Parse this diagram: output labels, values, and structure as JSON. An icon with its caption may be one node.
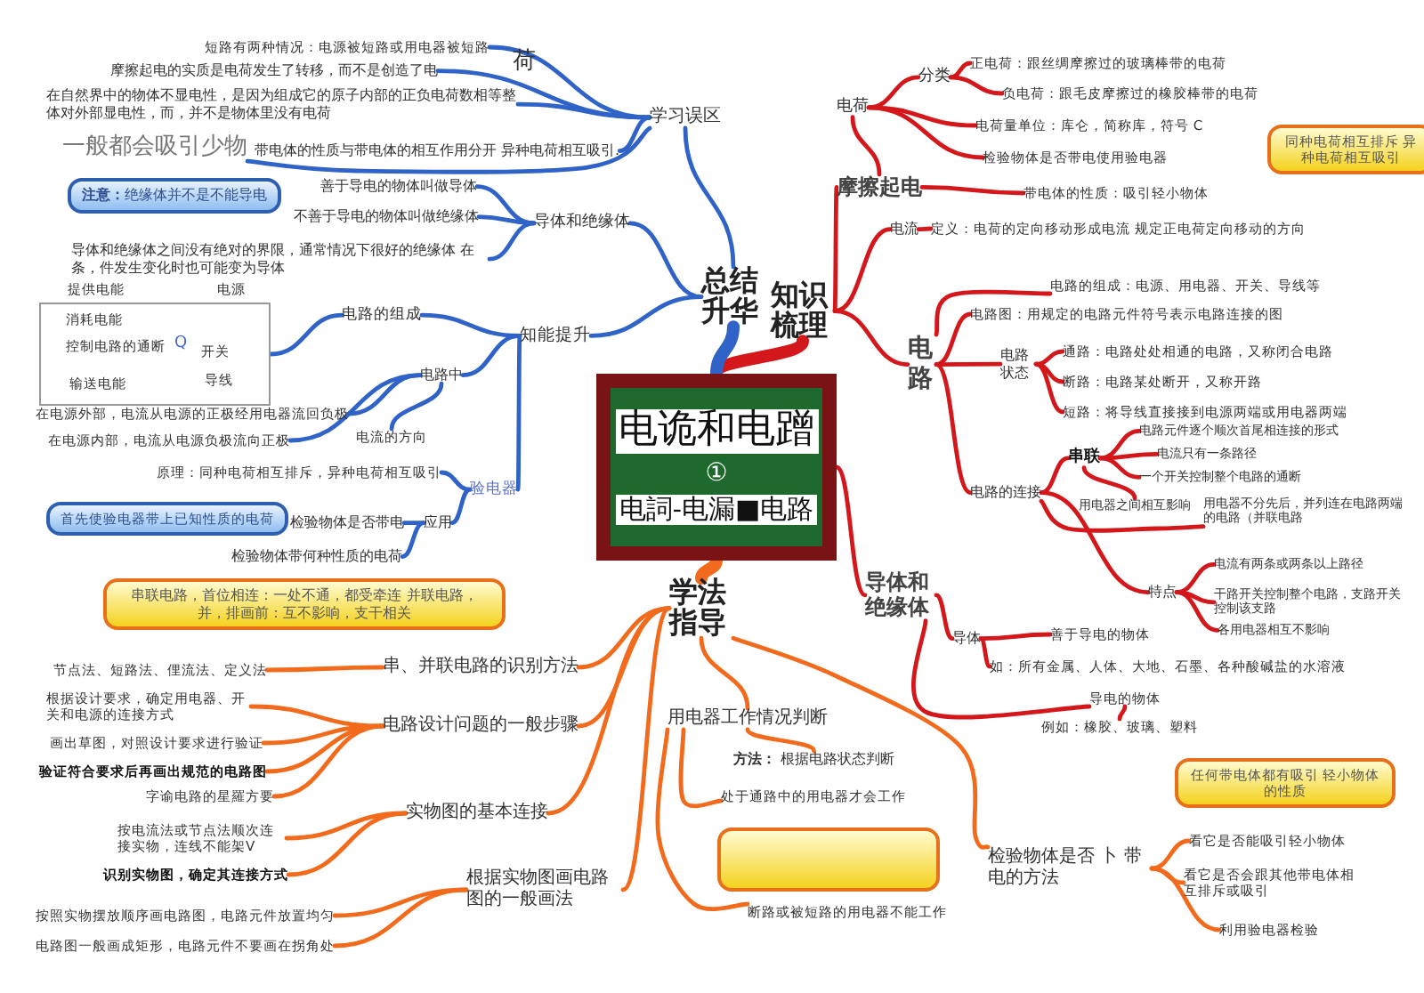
{
  "diagram": {
    "nodes": [
      {
        "text": [
          "电诡和电蹭",
          "①",
          "电詞-电漏■电路"
        ]
      },
      {
        "text": [
          "知识梳理"
        ]
      },
      {
        "text": [
          "总结升华"
        ]
      },
      {
        "text": [
          "学法指导"
        ]
      },
      {
        "text": [
          "学习误区"
        ]
      },
      {
        "text": [
          "短路有两种情况：电源被短路或用电器被短路"
        ]
      },
      {
        "text": [
          "摩擦起电的实质是电荷发生了转移，而不是创造了电"
        ]
      },
      {
        "text": [
          "在自然界中的物体不显电性，是因为组成它的原子内部的正负电荷数相等整体对外部显电性，而，并不是物体里没有电荷"
        ]
      },
      {
        "text": [
          "一般都会吸引少物"
        ]
      },
      {
        "text": [
          "带电体的性质与带电体的相互作用分开 异种电荷相互吸引."
        ]
      },
      {
        "text": [
          "导体和绝缘体"
        ]
      },
      {
        "text": [
          "善于导电的物体叫做导体"
        ]
      },
      {
        "text": [
          "不善于导电的物体叫做绝缘体"
        ]
      },
      {
        "text": [
          "导体和绝缘体之间没有绝对的界限，通常情况下很好的绝缘体 在条，件发生变化时也可能变为导体"
        ]
      },
      {
        "text": [
          "**注意：**绝缘体并不是不能导电"
        ]
      },
      {
        "text": [
          "知能提升"
        ]
      },
      {
        "text": [
          "电路的组成"
        ]
      },
      {
        "text": [
          "消耗电能",
          "控制电路的通断",
          "开关",
          "输送电能",
          "导线"
        ],
        "beside": [
          "提供电能",
          "电源"
        ]
      },
      {
        "text": [
          "电路中"
        ]
      },
      {
        "text": [
          "在电源外部，电流从电源的正极经用电器流回负极"
        ]
      },
      {
        "text": [
          "电流的方向"
        ]
      },
      {
        "text": [
          "在电源内部，电流从电源负极流向正极"
        ]
      },
      {
        "text": [
          "验电器"
        ]
      },
      {
        "text": [
          "原理：同种电荷相互排斥，异种电荷相互吸引"
        ]
      },
      {
        "text": [
          "应用"
        ]
      },
      {
        "text": [
          "检验物体是否带电"
        ]
      },
      {
        "text": [
          "检验物体带何种性质的电荷"
        ]
      },
      {
        "text": [
          "首先使验电器带上已知性质的电荷"
        ]
      },
      {
        "text": [
          "串联电路，首位相连：一处不通，都受牵连 并联电路，并，排画前：互不影响，支干相关"
        ]
      },
      {
        "text": [
          "串、并联电路的识别方法"
        ]
      },
      {
        "text": [
          "节点法、短路法、俚流法、定义法"
        ]
      },
      {
        "text": [
          "电路设计问题的一般步骤"
        ]
      },
      {
        "text": [
          "根据设计要求，确定用电器、开关和电源的连接方式"
        ]
      },
      {
        "text": [
          "画出草图，对照设计要求进行验证"
        ]
      },
      {
        "text": [
          "验证符合要求后再画出规范的电路图"
        ]
      },
      {
        "text": [
          "字谕电路的星羅方要"
        ]
      },
      {
        "text": [
          "实物图的基本连接"
        ]
      },
      {
        "text": [
          "按电流法或节点法顺次连接实物，连线不能架V"
        ]
      },
      {
        "text": [
          "识别实物图，确定其连接方式"
        ]
      },
      {
        "text": [
          "根据实物图画电路图的一般画法"
        ]
      },
      {
        "text": [
          "按照实物摆放顺序画电路图，电路元件放置均匀"
        ]
      },
      {
        "text": [
          "电路图一般画成矩形，电路元件不要画在拐角处"
        ]
      },
      {
        "text": [
          "用电器工作情况判断"
        ]
      },
      {
        "text": [
          "**方法：** 根据电路状态判断"
        ]
      },
      {
        "text": [
          "处于通路中的用电器才会工作"
        ]
      },
      {
        "text": [],
        "shape": "callout"
      },
      {
        "text": [
          "断路或被短路的用电器不能工作"
        ]
      },
      {
        "text": [
          "检验物体是否 卜 带电的方法"
        ]
      },
      {
        "text": [
          "看它是否能吸引轻小物体"
        ]
      },
      {
        "text": [
          "看它是否会跟其他带电体相互排斥或吸引"
        ]
      },
      {
        "text": [
          "利用验电器检验"
        ]
      },
      {
        "text": [
          "任何带电体都有吸引 轻小物体的性质"
        ]
      },
      {
        "text": [
          "摩擦起电"
        ]
      },
      {
        "text": [
          "电荷"
        ]
      },
      {
        "text": [
          "分类"
        ]
      },
      {
        "text": [
          "正电荷：跟丝绸摩擦过的玻璃棒带的电荷"
        ]
      },
      {
        "text": [
          "负电荷：跟毛皮摩擦过的橡胶棒带的电荷"
        ]
      },
      {
        "text": [
          "电荷量单位：库仑，简称库，符号 C"
        ]
      },
      {
        "text": [
          "检验物体是否带电使用验电器"
        ]
      },
      {
        "text": [
          "同种电荷相互排斥 异种电荷相互吸引"
        ]
      },
      {
        "text": [
          "带电体的性质：吸引轻小物体"
        ]
      },
      {
        "text": [
          "电流"
        ]
      },
      {
        "text": [
          "定义：电荷的定向移动形成电流 规定正电荷定向移动的方向"
        ]
      },
      {
        "text": [
          "电路"
        ]
      },
      {
        "text": [
          "电路的组成：电源、用电器、开关、导线等"
        ]
      },
      {
        "text": [
          "电路图：用规定的电路元件符号表示电路连接的图"
        ]
      },
      {
        "text": [
          "电路状态"
        ]
      },
      {
        "text": [
          "通路：电路处处相通的电路，又称闭合电路"
        ]
      },
      {
        "text": [
          "断路：电路某处断开，又称开路"
        ]
      },
      {
        "text": [
          "短路：将导线直接接到电源两端或用电器两端"
        ]
      },
      {
        "text": [
          "电路的连接"
        ]
      },
      {
        "text": [
          "串联"
        ]
      },
      {
        "text": [
          "电路元件逐个顺次首尾相连接的形式"
        ]
      },
      {
        "text": [
          "电流只有一条路径"
        ]
      },
      {
        "text": [
          "一个开关控制整个电路的通断"
        ]
      },
      {
        "text": [
          "用电器之间相互影响"
        ]
      },
      {
        "text": [
          "用电器不分先后，并列连在电路两端的电路（并联电路"
        ]
      },
      {
        "text": [
          "特点"
        ]
      },
      {
        "text": [
          "电流有两条或两条以上路径"
        ]
      },
      {
        "text": [
          "干路开关控制整个电路，支路开关控制该支路"
        ]
      },
      {
        "text": [
          "各用电器相互不影响"
        ]
      },
      {
        "text": [
          "导体和绝缘体"
        ]
      },
      {
        "text": [
          "导体"
        ]
      },
      {
        "text": [
          "善于导电的物体"
        ]
      },
      {
        "text": [
          "如：所有金属、人体、大地、石墨、各种酸碱盐的水溶液"
        ]
      },
      {
        "text": [
          "导电的物体"
        ]
      },
      {
        "text": [
          "例如：橡胶、玻璃、塑料"
        ]
      }
    ],
    "edges": [
      {
        "from": 0,
        "to": 1,
        "arrow": "none",
        "style": "thick"
      },
      {
        "from": 0,
        "to": 2,
        "arrow": "none",
        "style": "thick",
        "color": "#2f63c8"
      },
      {
        "from": 0,
        "to": 3,
        "arrow": "none",
        "style": "thick",
        "color": "#f26b1d"
      },
      {
        "from": 2,
        "to": 4,
        "arrow": "none",
        "color": "#2f63c8"
      },
      {
        "from": 4,
        "to": 5,
        "arrow": "none",
        "color": "#2f63c8"
      },
      {
        "from": 4,
        "to": 6,
        "arrow": "none",
        "color": "#2f63c8"
      },
      {
        "from": 4,
        "to": 7,
        "arrow": "none",
        "color": "#2f63c8"
      },
      {
        "from": 4,
        "to": 8,
        "arrow": "none",
        "color": "#2f63c8"
      },
      {
        "from": 4,
        "to": 9,
        "arrow": "none",
        "color": "#2f63c8"
      },
      {
        "from": 2,
        "to": 10,
        "arrow": "none",
        "color": "#2f63c8"
      },
      {
        "from": 10,
        "to": 11,
        "arrow": "none",
        "color": "#2f63c8"
      },
      {
        "from": 10,
        "to": 12,
        "arrow": "none",
        "color": "#2f63c8"
      },
      {
        "from": 10,
        "to": 13,
        "arrow": "none",
        "color": "#2f63c8"
      },
      {
        "from": 2,
        "to": 15,
        "arrow": "none",
        "color": "#2f63c8"
      },
      {
        "from": 15,
        "to": 16,
        "arrow": "none",
        "color": "#2f63c8"
      },
      {
        "from": 16,
        "to": 17,
        "arrow": "none",
        "color": "#2f63c8"
      },
      {
        "from": 15,
        "to": 18,
        "arrow": "none",
        "color": "#2f63c8"
      },
      {
        "from": 18,
        "to": 19,
        "arrow": "none",
        "color": "#2f63c8"
      },
      {
        "from": 18,
        "to": 20,
        "arrow": "none",
        "color": "#2f63c8"
      },
      {
        "from": 18,
        "to": 21,
        "arrow": "none",
        "color": "#2f63c8"
      },
      {
        "from": 15,
        "to": 22,
        "arrow": "none",
        "color": "#2f63c8"
      },
      {
        "from": 22,
        "to": 23,
        "arrow": "none",
        "color": "#2f63c8"
      },
      {
        "from": 22,
        "to": 24,
        "arrow": "none",
        "color": "#2f63c8"
      },
      {
        "from": 24,
        "to": 25,
        "arrow": "none",
        "color": "#2f63c8"
      },
      {
        "from": 24,
        "to": 26,
        "arrow": "none",
        "color": "#2f63c8"
      },
      {
        "from": 3,
        "to": 29,
        "arrow": "none",
        "color": "#f26b1d"
      },
      {
        "from": 29,
        "to": 30,
        "arrow": "none",
        "color": "#f26b1d"
      },
      {
        "from": 3,
        "to": 31,
        "arrow": "none",
        "color": "#f26b1d"
      },
      {
        "from": 31,
        "to": 32,
        "arrow": "none",
        "color": "#f26b1d"
      },
      {
        "from": 31,
        "to": 33,
        "arrow": "none",
        "color": "#f26b1d"
      },
      {
        "from": 31,
        "to": 34,
        "arrow": "none",
        "color": "#f26b1d"
      },
      {
        "from": 31,
        "to": 35,
        "arrow": "none",
        "color": "#f26b1d"
      },
      {
        "from": 3,
        "to": 36,
        "arrow": "none",
        "color": "#f26b1d"
      },
      {
        "from": 36,
        "to": 37,
        "arrow": "none",
        "color": "#f26b1d"
      },
      {
        "from": 36,
        "to": 38,
        "arrow": "none",
        "color": "#f26b1d"
      },
      {
        "from": 3,
        "to": 39,
        "arrow": "none",
        "color": "#f26b1d"
      },
      {
        "from": 39,
        "to": 40,
        "arrow": "none",
        "color": "#f26b1d"
      },
      {
        "from": 39,
        "to": 41,
        "arrow": "none",
        "color": "#f26b1d"
      },
      {
        "from": 3,
        "to": 42,
        "arrow": "none",
        "color": "#f26b1d"
      },
      {
        "from": 42,
        "to": 43,
        "arrow": "none",
        "color": "#f26b1d"
      },
      {
        "from": 42,
        "to": 44,
        "arrow": "none",
        "color": "#f26b1d"
      },
      {
        "from": 42,
        "to": 46,
        "arrow": "none",
        "color": "#f26b1d"
      },
      {
        "from": 3,
        "to": 47,
        "arrow": "none",
        "color": "#f26b1d"
      },
      {
        "from": 47,
        "to": 48,
        "arrow": "none",
        "color": "#f26b1d"
      },
      {
        "from": 47,
        "to": 49,
        "arrow": "none",
        "color": "#f26b1d"
      },
      {
        "from": 47,
        "to": 50,
        "arrow": "none",
        "color": "#f26b1d"
      },
      {
        "from": 1,
        "to": 52,
        "arrow": "none"
      },
      {
        "from": 52,
        "to": 53,
        "arrow": "none"
      },
      {
        "from": 53,
        "to": 54,
        "arrow": "none"
      },
      {
        "from": 54,
        "to": 55,
        "arrow": "none"
      },
      {
        "from": 54,
        "to": 56,
        "arrow": "none"
      },
      {
        "from": 53,
        "to": 57,
        "arrow": "none"
      },
      {
        "from": 53,
        "to": 58,
        "arrow": "none"
      },
      {
        "from": 52,
        "to": 60,
        "arrow": "none"
      },
      {
        "from": 1,
        "to": 61,
        "arrow": "none"
      },
      {
        "from": 61,
        "to": 62,
        "arrow": "none"
      },
      {
        "from": 1,
        "to": 63,
        "arrow": "none"
      },
      {
        "from": 63,
        "to": 64,
        "arrow": "none"
      },
      {
        "from": 63,
        "to": 65,
        "arrow": "none"
      },
      {
        "from": 63,
        "to": 66,
        "arrow": "none"
      },
      {
        "from": 66,
        "to": 67,
        "arrow": "none"
      },
      {
        "from": 66,
        "to": 68,
        "arrow": "none"
      },
      {
        "from": 66,
        "to": 69,
        "arrow": "none"
      },
      {
        "from": 63,
        "to": 70,
        "arrow": "none"
      },
      {
        "from": 70,
        "to": 71,
        "arrow": "none"
      },
      {
        "from": 71,
        "to": 72,
        "arrow": "none"
      },
      {
        "from": 71,
        "to": 73,
        "arrow": "none"
      },
      {
        "from": 71,
        "to": 74,
        "arrow": "none"
      },
      {
        "from": 71,
        "to": 75,
        "arrow": "none"
      },
      {
        "from": 70,
        "to": 76,
        "arrow": "none"
      },
      {
        "from": 70,
        "to": 77,
        "arrow": "none"
      },
      {
        "from": 77,
        "to": 78,
        "arrow": "none"
      },
      {
        "from": 77,
        "to": 79,
        "arrow": "none"
      },
      {
        "from": 77,
        "to": 80,
        "arrow": "none"
      },
      {
        "from": 0,
        "to": 81,
        "arrow": "none"
      },
      {
        "from": 81,
        "to": 82,
        "arrow": "none"
      },
      {
        "from": 82,
        "to": 83,
        "arrow": "none"
      },
      {
        "from": 82,
        "to": 84,
        "arrow": "none"
      },
      {
        "from": 81,
        "to": 85,
        "arrow": "none"
      },
      {
        "from": 85,
        "to": 86,
        "arrow": "none"
      }
    ],
    "labels": [
      "荷",
      "Q"
    ]
  }
}
